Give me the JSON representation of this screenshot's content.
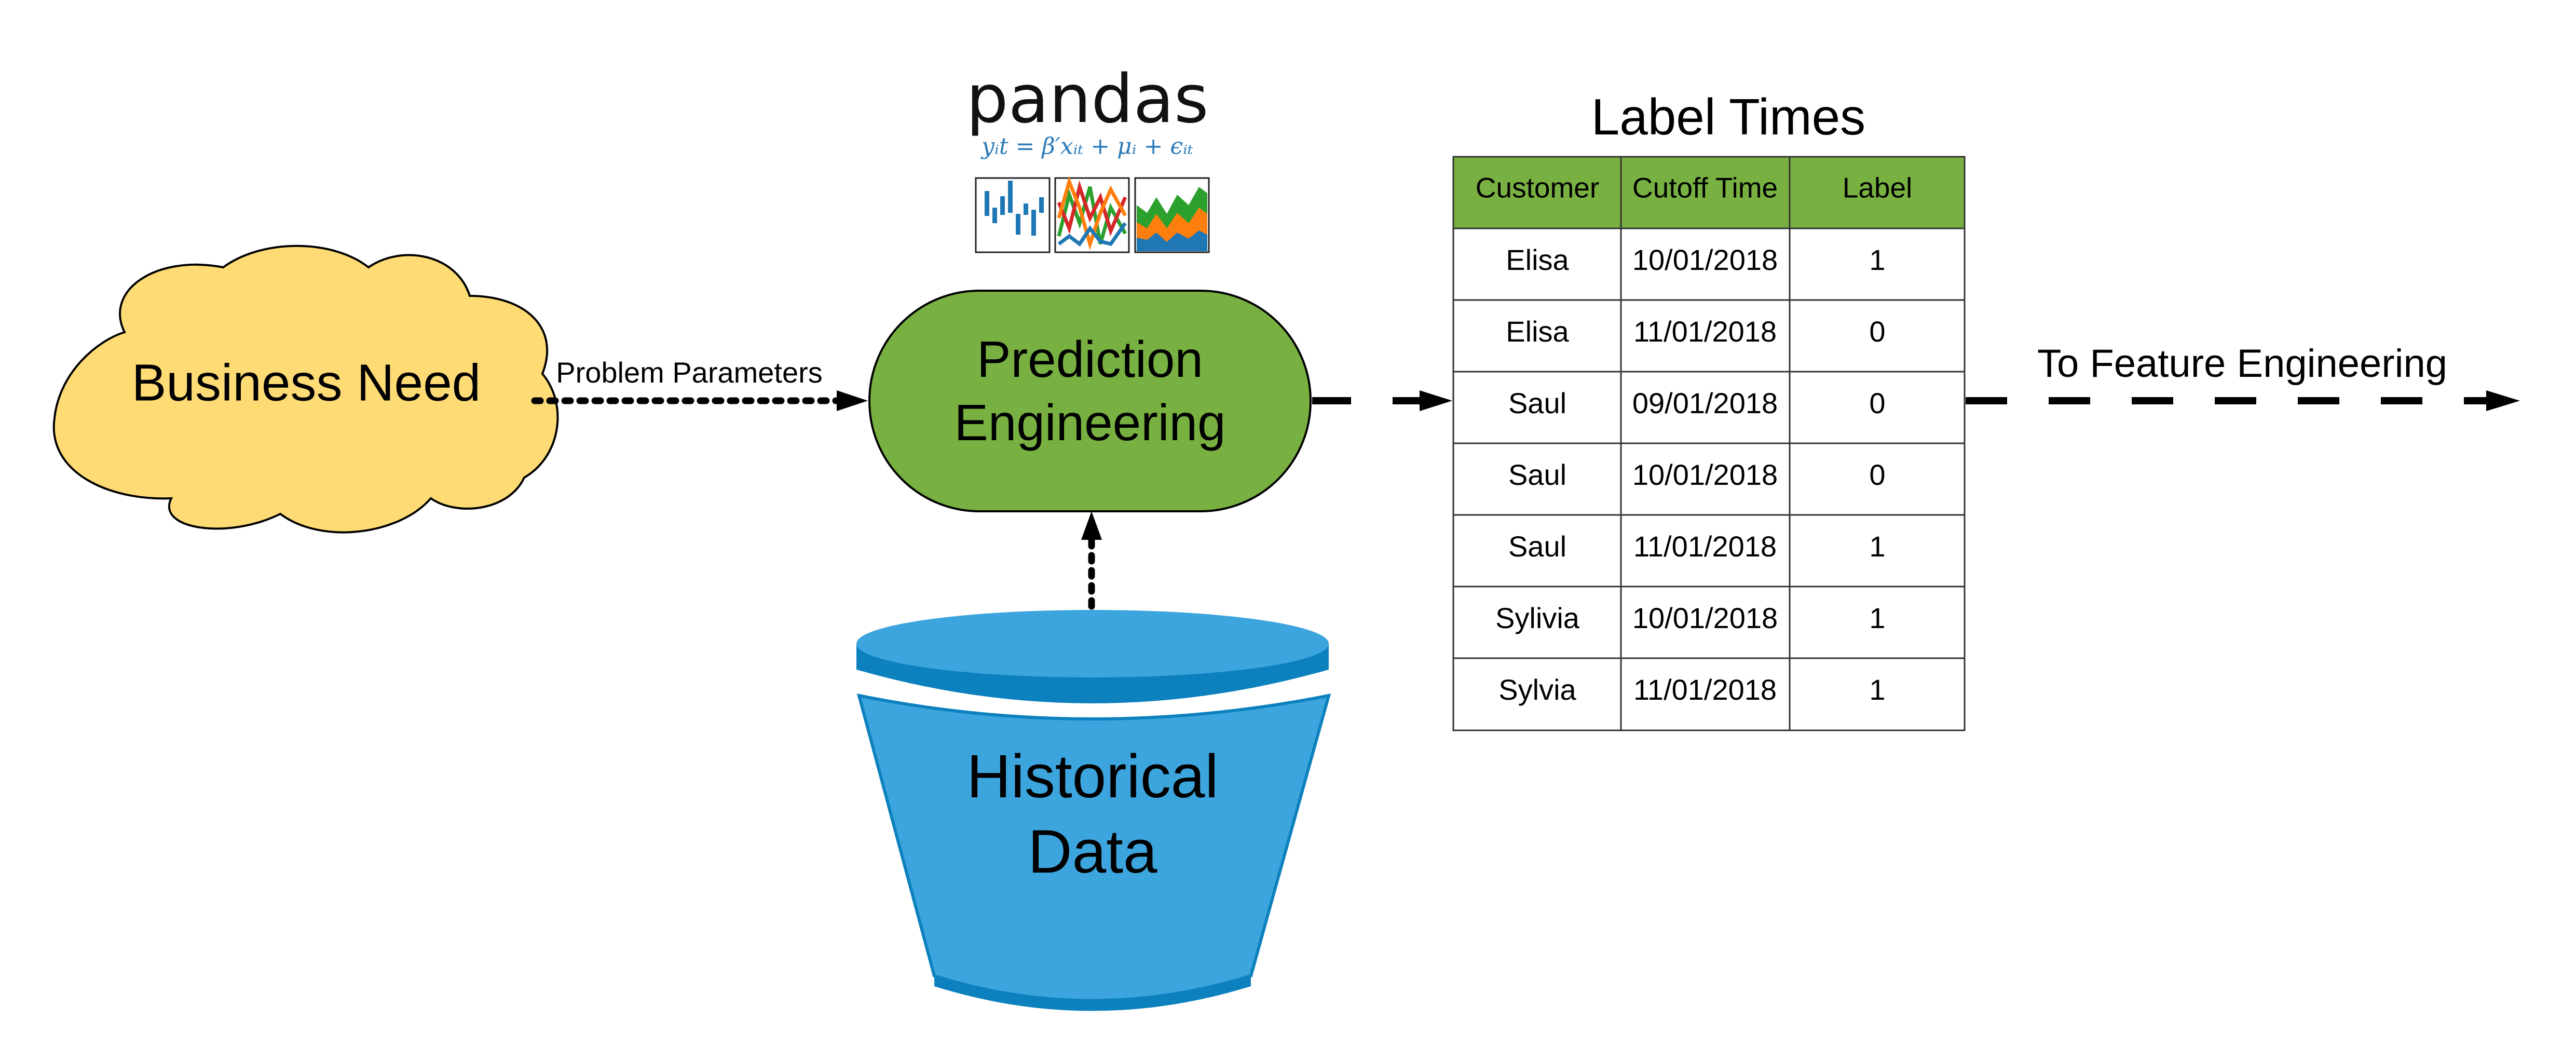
{
  "nodes": {
    "business_need": "Business Need",
    "prediction_engineering": [
      "Prediction",
      "Engineering"
    ],
    "historical_data": [
      "Historical",
      "Data"
    ]
  },
  "edges": {
    "problem_parameters": "Problem Parameters",
    "to_feature_engineering": "To Feature Engineering"
  },
  "logo": {
    "wordmark": "pandas",
    "formula": "yᵢt = β′xᵢₜ + μᵢ + ϵᵢₜ"
  },
  "table": {
    "title": "Label Times",
    "columns": [
      "Customer",
      "Cutoff Time",
      "Label"
    ],
    "rows": [
      [
        "Elisa",
        "10/01/2018",
        "1"
      ],
      [
        "Elisa",
        "11/01/2018",
        "0"
      ],
      [
        "Saul",
        "09/01/2018",
        "0"
      ],
      [
        "Saul",
        "10/01/2018",
        "0"
      ],
      [
        "Saul",
        "11/01/2018",
        "1"
      ],
      [
        "Sylivia",
        "10/01/2018",
        "1"
      ],
      [
        "Sylvia",
        "11/01/2018",
        "1"
      ]
    ]
  },
  "colors": {
    "cloud_fill": "#FEDB74",
    "green_fill": "#78B041",
    "cylinder_fill": "#3DA5DD",
    "cylinder_dark": "#0D81BE",
    "table_header": "#78B041",
    "line": "#000000"
  }
}
